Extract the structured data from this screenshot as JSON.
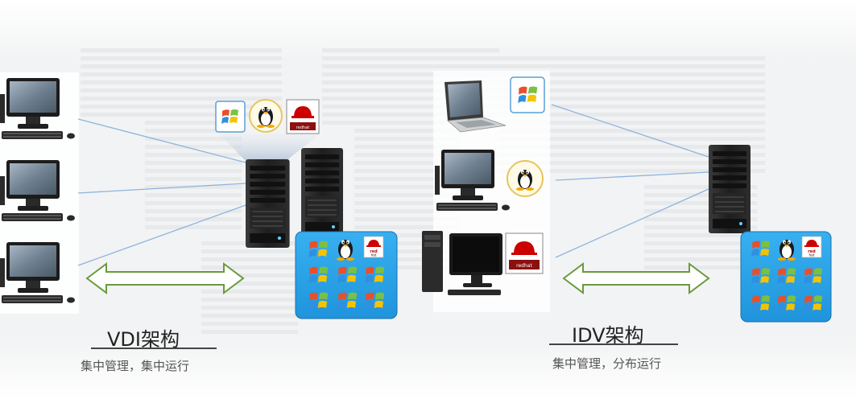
{
  "vdi": {
    "title": "VDI架构",
    "subtitle": "集中管理，集中运行"
  },
  "idv": {
    "title": "IDV架构",
    "subtitle": "集中管理，分布运行"
  },
  "os_labels": {
    "redhat": "redhat"
  },
  "colors": {
    "connection_line": "#8fb4dc",
    "arrow": "#6a9a3c",
    "vm_panel": "#2aa3e8",
    "server": "#2a2a2a",
    "windows_red": "#e8502a",
    "windows_green": "#7bc043",
    "windows_blue": "#2f8fe0",
    "windows_yellow": "#f5c200"
  },
  "icons": {
    "client_pc": "desktop-computer-icon",
    "laptop": "laptop-icon",
    "server": "server-tower-icon",
    "windows": "windows-logo-icon",
    "linux": "tux-penguin-icon",
    "redhat": "redhat-logo-icon",
    "arrow": "double-arrow-icon"
  }
}
